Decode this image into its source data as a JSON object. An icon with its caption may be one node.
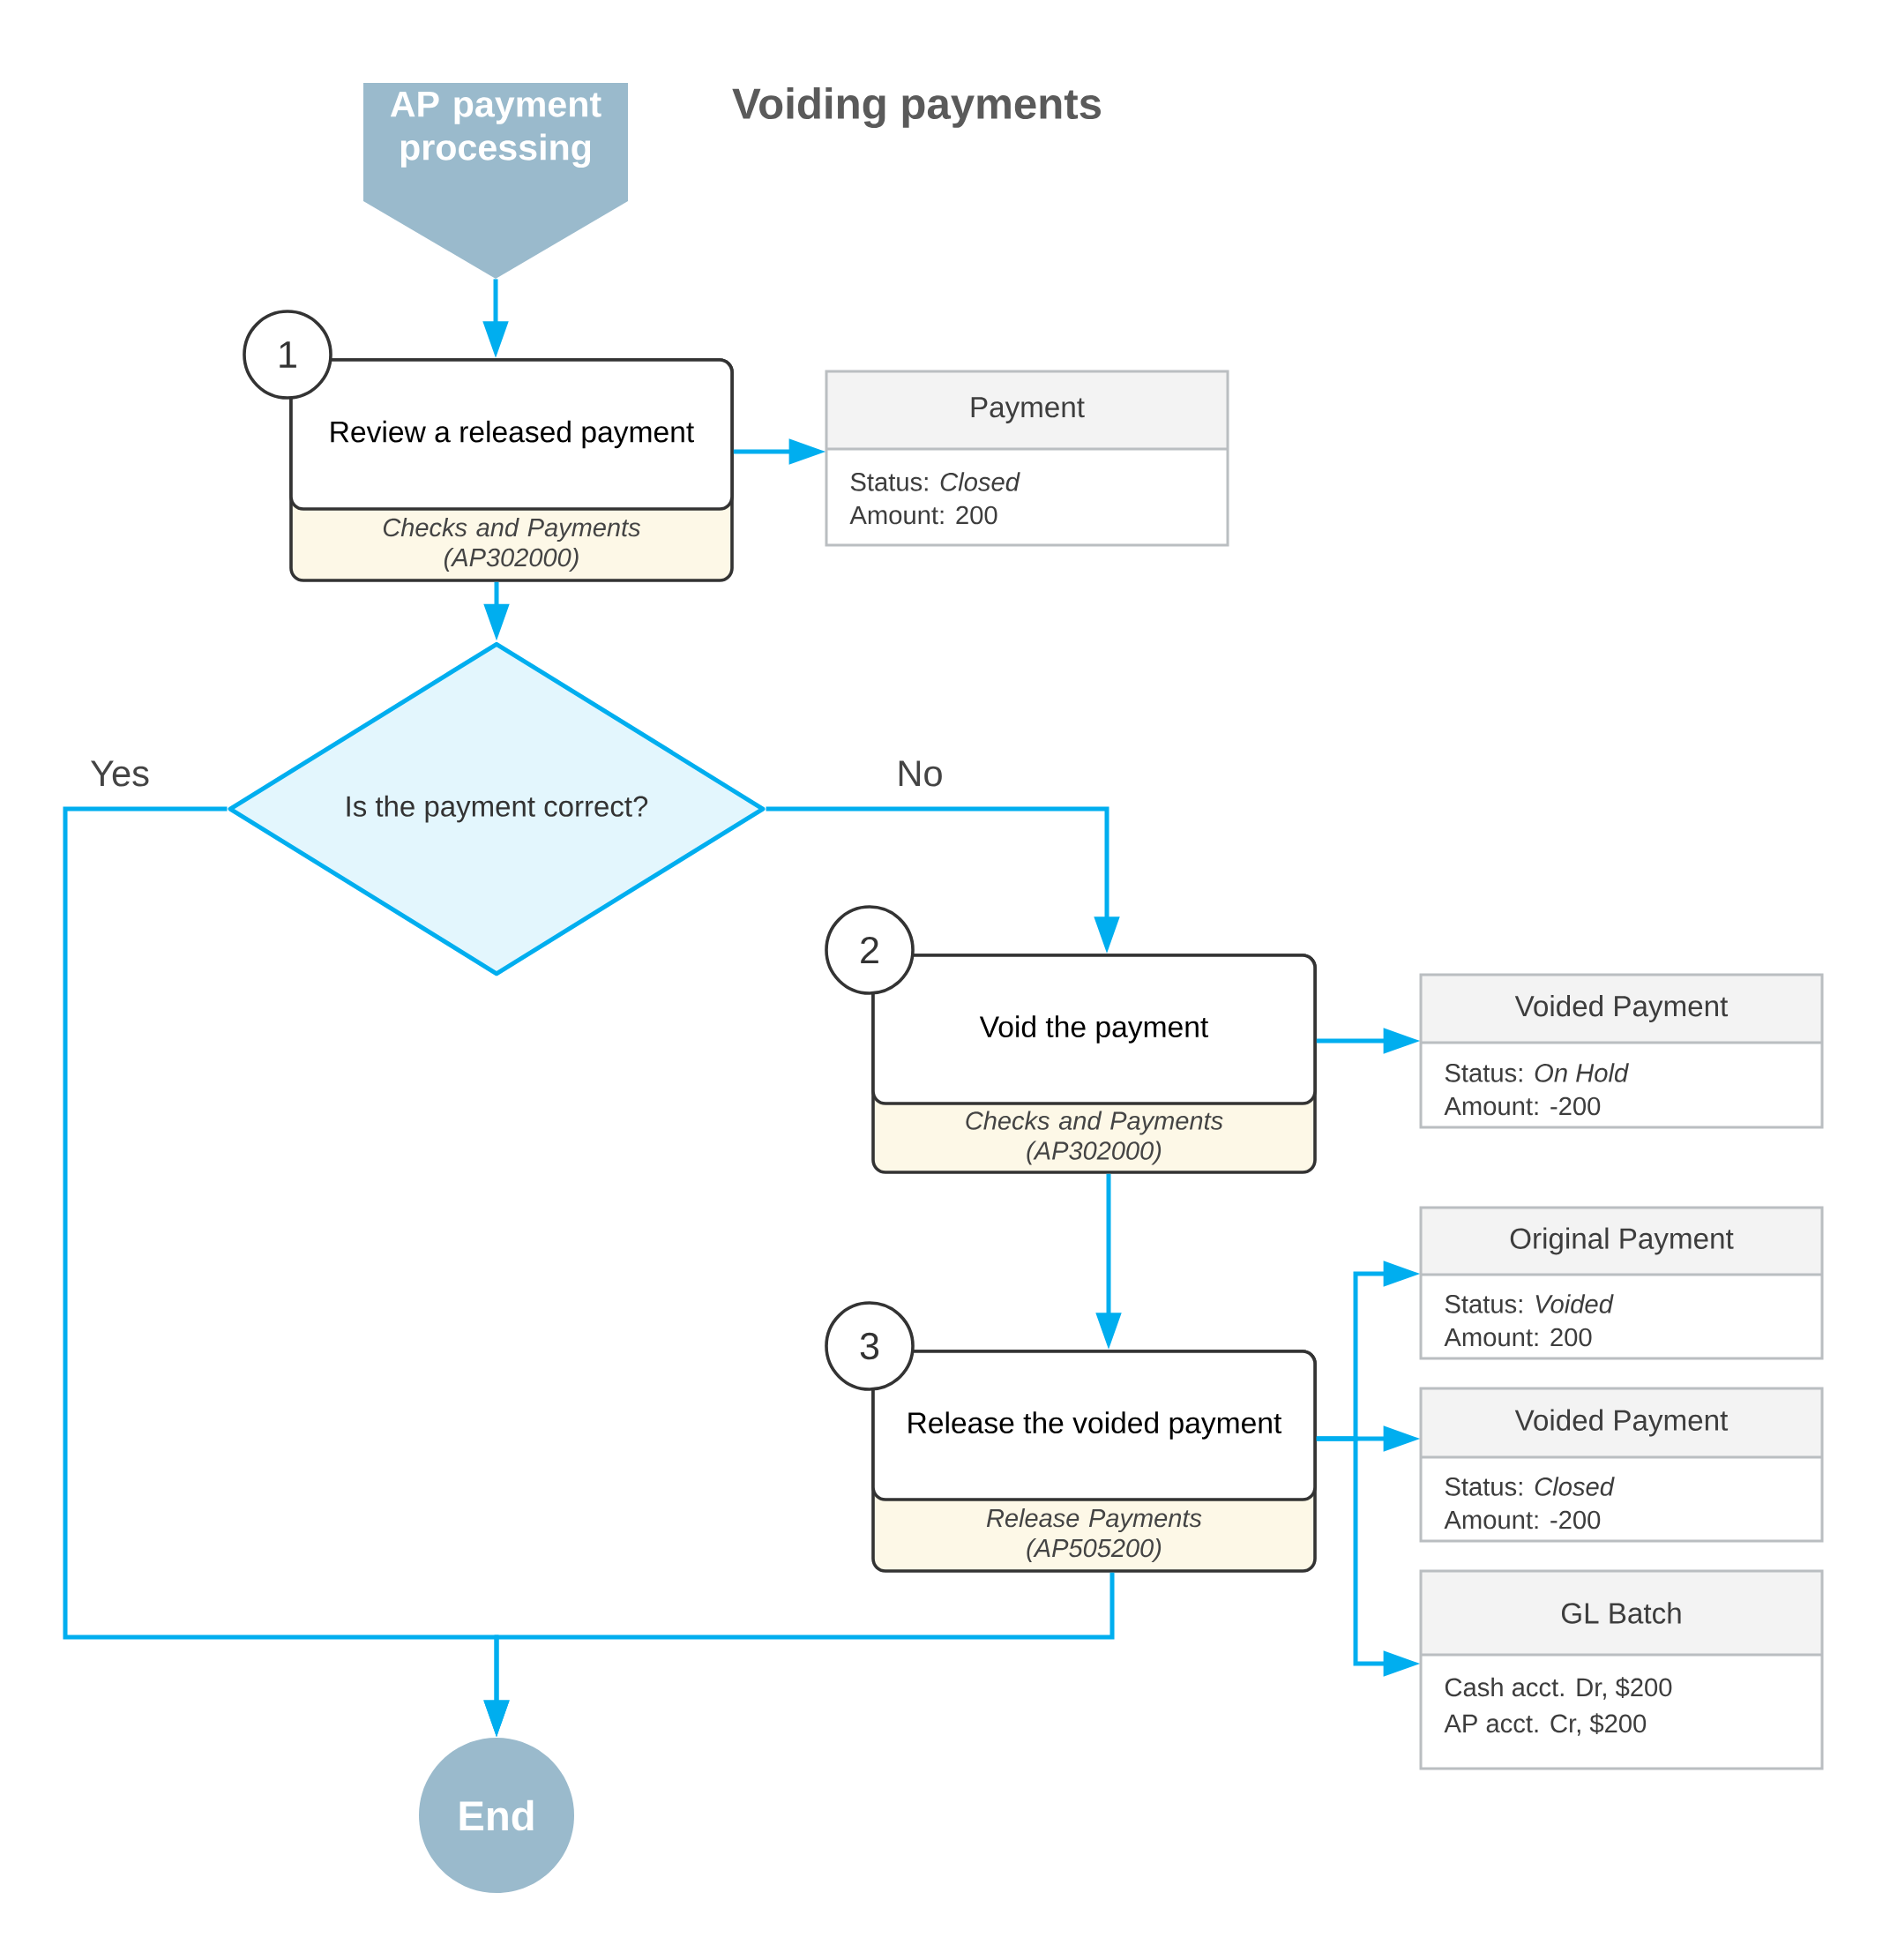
{
  "diagram": {
    "title": "Voiding payments",
    "nodes": [
      {
        "text": [
          "AP payment processing"
        ]
      },
      {
        "text": [
          "1"
        ]
      },
      {
        "text": [
          "Review a released payment",
          "Checks and Payments (AP302000)"
        ]
      },
      {
        "text": [
          "Payment",
          "Status: *Closed*",
          "Amount: 200"
        ]
      },
      {
        "text": [
          "Is the payment correct?"
        ]
      },
      {
        "text": [
          "2"
        ]
      },
      {
        "text": [
          "Void the payment",
          "Checks and Payments (AP302000)"
        ]
      },
      {
        "text": [
          "Voided Payment",
          "Status: *On Hold*",
          "Amount: -200"
        ]
      },
      {
        "text": [
          "3"
        ]
      },
      {
        "text": [
          "Release the voided payment",
          "Release Payments (AP505200)"
        ]
      },
      {
        "text": [
          "Original Payment",
          "Status: *Voided*",
          "Amount: 200"
        ]
      },
      {
        "text": [
          "Voided Payment",
          "Status: *Closed*",
          "Amount: -200"
        ]
      },
      {
        "text": [
          "GL Batch",
          "Cash acct. Dr, $200",
          "AP acct. Cr, $200"
        ]
      },
      {
        "text": [
          "End"
        ]
      }
    ],
    "edges": [
      {
        "from": 0,
        "to": 2,
        "arrow": "to"
      },
      {
        "from": 2,
        "to": 3,
        "arrow": "to"
      },
      {
        "from": 2,
        "to": 4,
        "arrow": "to"
      },
      {
        "from": 4,
        "to": 13,
        "arrow": "to",
        "label": "Yes"
      },
      {
        "from": 4,
        "to": 6,
        "arrow": "to",
        "label": "No"
      },
      {
        "from": 6,
        "to": 7,
        "arrow": "to"
      },
      {
        "from": 6,
        "to": 9,
        "arrow": "to"
      },
      {
        "from": 9,
        "to": 10,
        "arrow": "to"
      },
      {
        "from": 9,
        "to": 11,
        "arrow": "to"
      },
      {
        "from": 9,
        "to": 12,
        "arrow": "to"
      },
      {
        "from": 9,
        "to": 13,
        "arrow": "to"
      }
    ]
  }
}
